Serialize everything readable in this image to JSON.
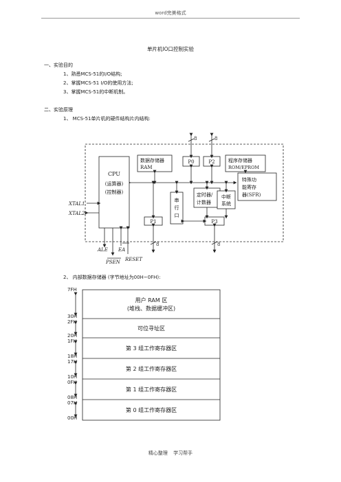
{
  "header": {
    "text": "word完美格式"
  },
  "title": "单片机IO口控制实验",
  "section1": {
    "heading": "一、实验目的",
    "items": [
      "1、熟悉MCS-51的I/O结构;",
      "2、掌握MCS-51 I/O的使用方法;",
      "3、掌握MCS-51的中断机制。"
    ]
  },
  "section2": {
    "heading": "二、实验原理",
    "item1": "1、 MCS-51单片机的硬件结构片内结构:",
    "item2": "2、 内部数据存储器 (字节地址为00H~0FH):"
  },
  "diagram": {
    "cpu": "CPU",
    "cpu_sub1": "(运算器)",
    "cpu_sub2": "(控制器)",
    "ram_line1": "数据存储器",
    "ram_line2": "RAM",
    "p0": "P0",
    "p2": "P2",
    "rom_line1": "程序存储器",
    "rom_line2": "ROM/EPROM",
    "sfr_line1": "特殊功",
    "sfr_line2": "能寄存",
    "sfr_line3": "器(SFR)",
    "serial_1": "串",
    "serial_2": "行",
    "serial_3": "口",
    "timer_line1": "定时器/",
    "timer_line2": "计数器",
    "int_line1": "中断",
    "int_line2": "系统",
    "p1": "P1",
    "p3": "P3",
    "xtal1": "XTAL1",
    "xtal2": "XTAL2",
    "ale": "ALE",
    "ea": "EA",
    "psen": "PSEN",
    "reset": "RESET",
    "bus_width": "8"
  },
  "memory_map": {
    "rows": [
      {
        "top": "7FH",
        "bottom": "30H",
        "label_line1": "用户 RAM 区",
        "label_line2": "(堆栈、数据缓冲区)"
      },
      {
        "top": "2FH",
        "bottom": "20H",
        "label_line1": "可位寻址区",
        "label_line2": ""
      },
      {
        "top": "1FH",
        "bottom": "18H",
        "label_line1": "第 3 组工作寄存器区",
        "label_line2": ""
      },
      {
        "top": "17H",
        "bottom": "10H",
        "label_line1": "第 2 组工作寄存器区",
        "label_line2": ""
      },
      {
        "top": "0FH",
        "bottom": "08H",
        "label_line1": "第 1 组工作寄存器区",
        "label_line2": ""
      },
      {
        "top": "07H",
        "bottom": "00H",
        "label_line1": "第 0 组工作寄存器区",
        "label_line2": ""
      }
    ]
  },
  "footer": {
    "left": "精心整理",
    "right": "学习帮手"
  }
}
